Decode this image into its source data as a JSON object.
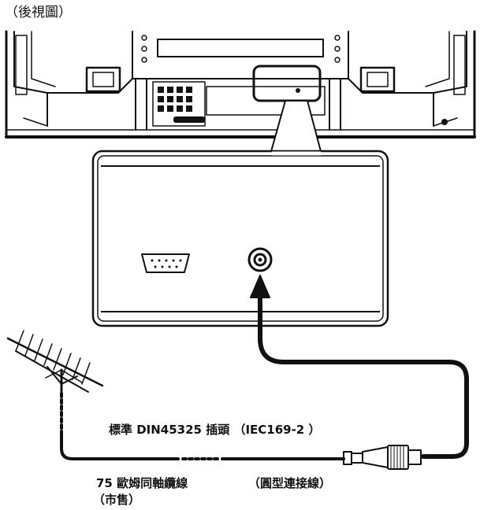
{
  "view_title": "（後視圖）",
  "plug_label": "標準 DIN45325 插頭 （IEC169-2 ）",
  "cable_label": "75 歐姆同軸纜線",
  "cable_sub_label": "（市售）",
  "connector_shape_label": "（圓型連接線）",
  "colors": {
    "line": "#111111",
    "background": "#ffffff",
    "panel_fill": "#f4f4f4"
  },
  "icons": [
    "antenna-icon",
    "d-sub-port-icon",
    "coaxial-port-icon",
    "coax-plug-icon"
  ]
}
